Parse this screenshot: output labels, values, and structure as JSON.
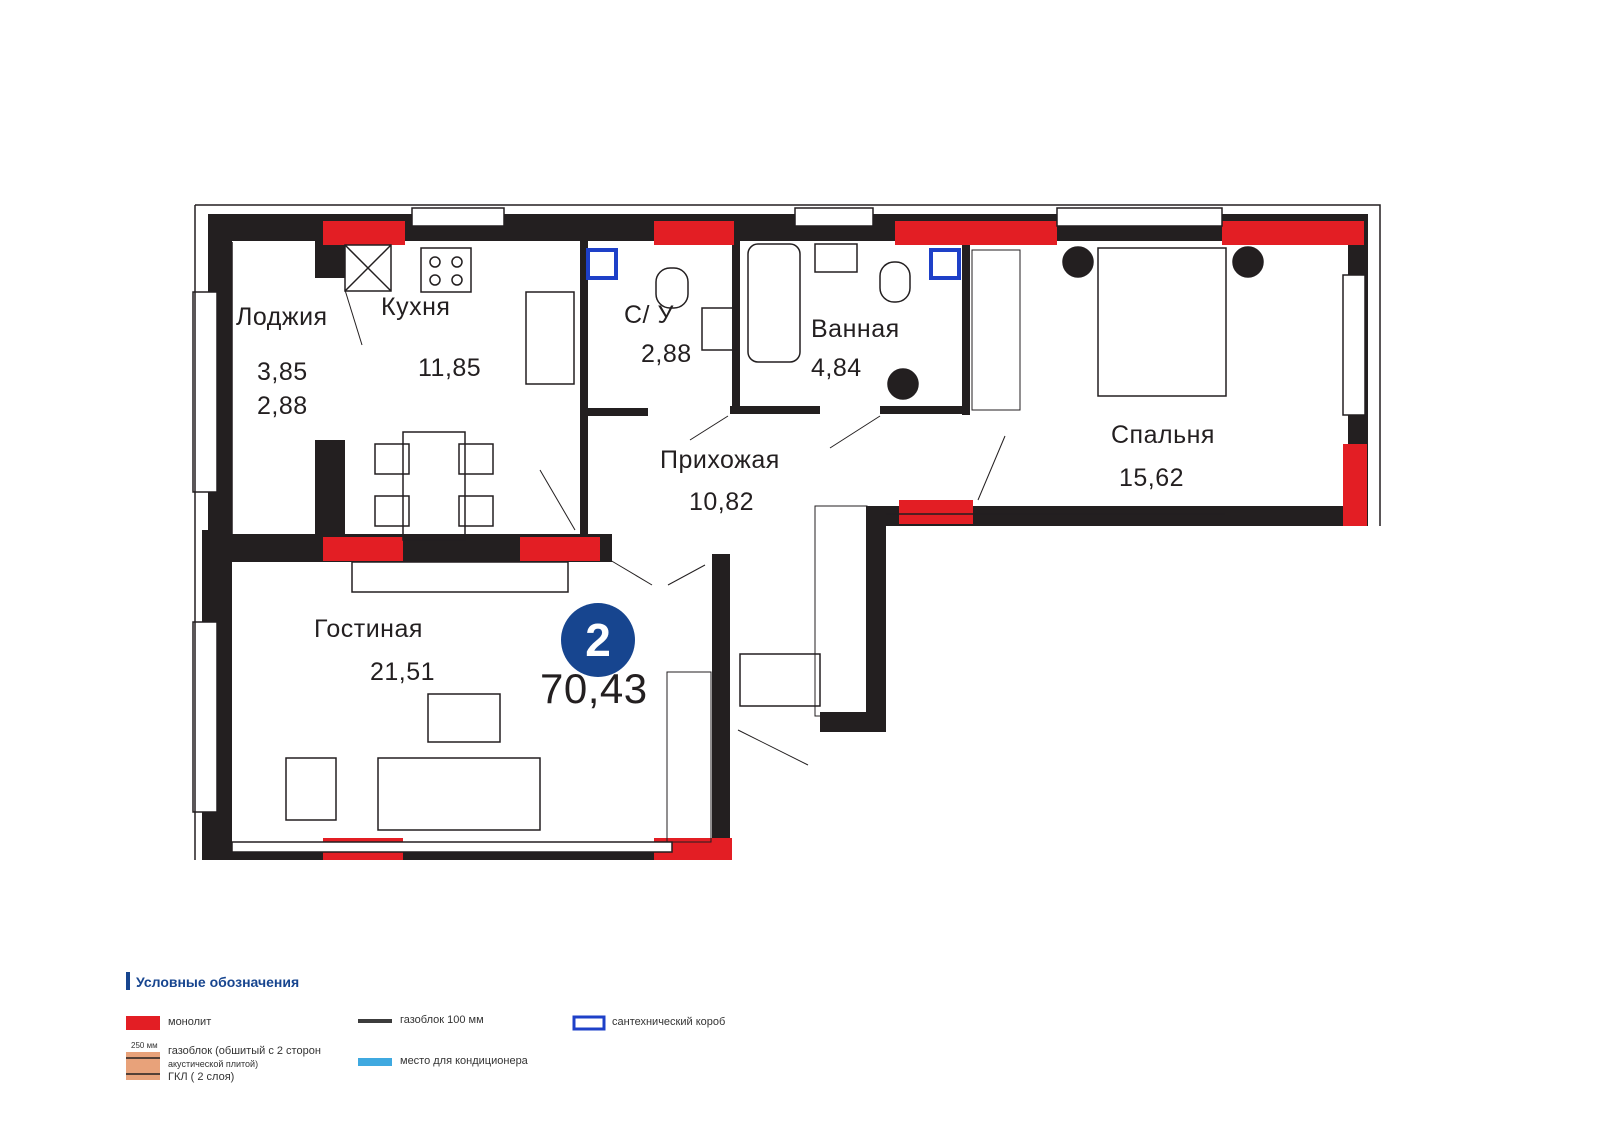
{
  "apartment": {
    "rooms_count": "2",
    "total_area": "70,43"
  },
  "rooms": {
    "loggia": {
      "name": "Лоджия",
      "area_1": "3,85",
      "area_2": "2,88"
    },
    "kitchen": {
      "name": "Кухня",
      "area": "11,85"
    },
    "wc": {
      "name": "С/ У",
      "area": "2,88"
    },
    "bathroom": {
      "name": "Ванная",
      "area": "4,84"
    },
    "bedroom": {
      "name": "Спальня",
      "area": "15,62"
    },
    "hallway": {
      "name": "Прихожая",
      "area": "10,82"
    },
    "living": {
      "name": "Гостиная",
      "area": "21,51"
    }
  },
  "legend": {
    "title": "Условные обозначения",
    "items": {
      "monolith": {
        "label": "монолит",
        "color": "#e31e24"
      },
      "gasblock100": {
        "label": "газоблок 100 мм",
        "color": "#3c3c3c"
      },
      "plumbing_box": {
        "label": "сантехнический короб",
        "color": "#1e40c8"
      },
      "gasblock250": {
        "thickness": "250 мм",
        "label_line1": "газоблок (обшитый с 2 сторон",
        "label_line2": "акустической плитой)",
        "label_line3": "ГКЛ ( 2 слоя)"
      },
      "ac_place": {
        "label": "место для кондиционера",
        "color": "#3fa9e0"
      }
    }
  },
  "colors": {
    "wall": "#231f20",
    "monolith": "#e31e24",
    "accent": "#17458f",
    "plumbing": "#1e40c8"
  }
}
